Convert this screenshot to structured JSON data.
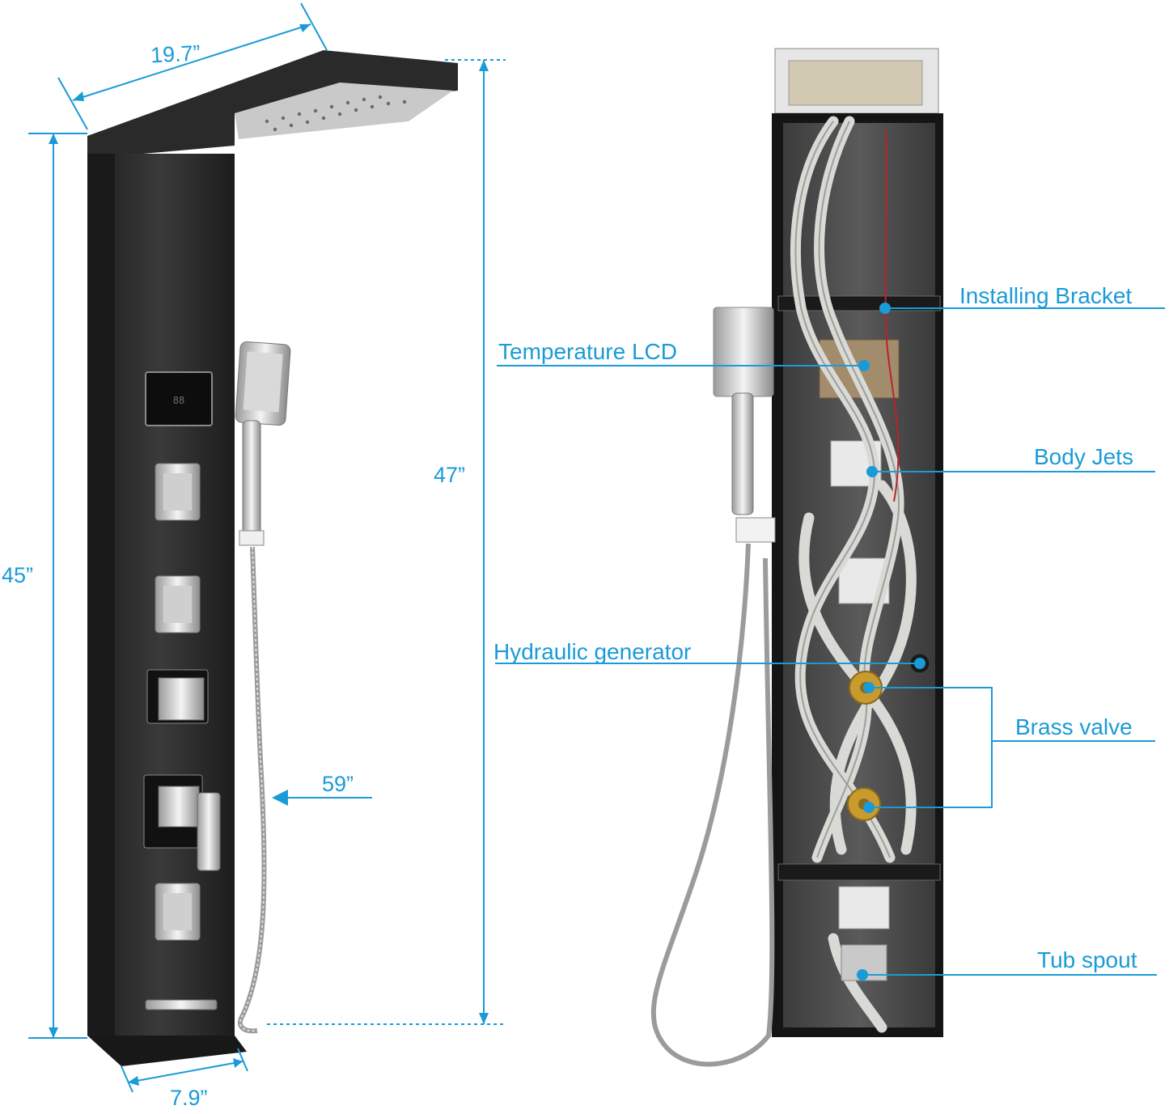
{
  "colors": {
    "accent": "#1a9bd7",
    "panel": "#2b2b2b",
    "panel_edge": "#151515",
    "chrome": "#d8d8d8",
    "hose": "#d9d9d6",
    "brass": "#c99a2e"
  },
  "dimensions": {
    "head_width": "19.7”",
    "body_height": "45”",
    "total_height": "47”",
    "hose_length": "59”",
    "panel_width": "7.9”"
  },
  "callouts": {
    "installing_bracket": "Installing Bracket",
    "temperature_lcd": "Temperature LCD",
    "body_jets": "Body Jets",
    "hydraulic_generator": "Hydraulic generator",
    "brass_valve": "Brass valve",
    "tub_spout": "Tub spout"
  }
}
